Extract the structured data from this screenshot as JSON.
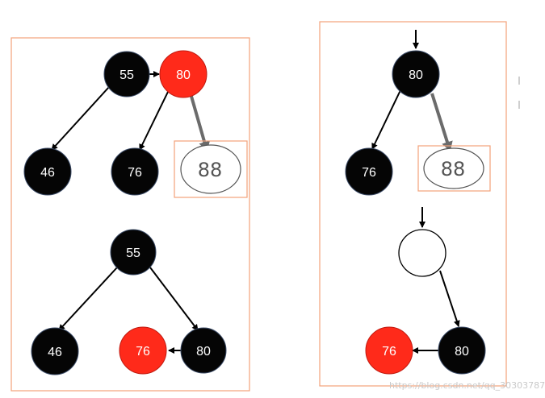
{
  "left_panel": {
    "top_tree": {
      "n55": "55",
      "n80": "80",
      "n46": "46",
      "n76": "76",
      "n88": "88"
    },
    "bottom_tree": {
      "n55": "55",
      "n46": "46",
      "n76": "76",
      "n80": "80"
    }
  },
  "right_panel": {
    "top_tree": {
      "n80": "80",
      "n76": "76",
      "n88": "88"
    },
    "bottom_tree": {
      "n76": "76",
      "n80": "80"
    }
  },
  "watermark": "https://blog.csdn.net/qq_30303787",
  "colors": {
    "black_node": "#050505",
    "red_node": "#ff2a1a",
    "frame": "#f2a27a",
    "edge": "#000000",
    "insert_arrow": "#6b6b6b",
    "new_node_stroke": "#555555"
  }
}
